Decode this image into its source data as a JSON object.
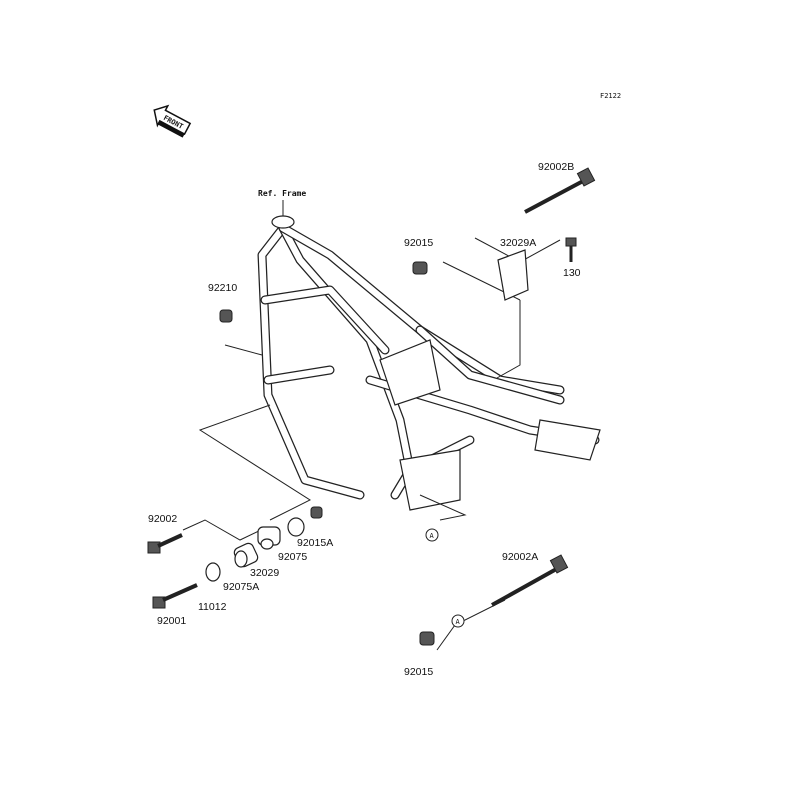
{
  "diagram_code": "F2122",
  "front_badge": "FRONT",
  "ref_frame": "Ref. Frame",
  "parts": {
    "p92002B": "92002B",
    "p92015_top": "92015",
    "p32029A": "32029A",
    "p130": "130",
    "p92210": "92210",
    "p92002": "92002",
    "p92075": "92075",
    "p92015A": "92015A",
    "p32029": "32029",
    "p92075A": "92075A",
    "p11012": "11012",
    "p92001": "92001",
    "p92002A": "92002A",
    "p92015_bottom": "92015"
  },
  "ref_marker": "A"
}
